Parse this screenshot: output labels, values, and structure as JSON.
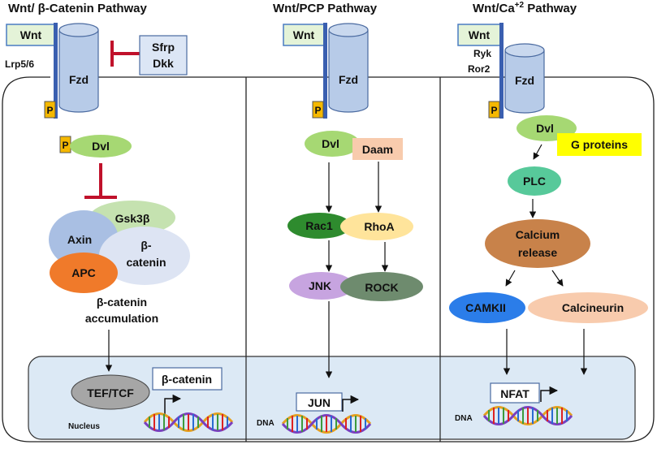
{
  "pathways": {
    "canonical": {
      "title": "Wnt/ β-Catenin Pathway",
      "ligand": "Wnt",
      "coreceptor": "Lrp5/6",
      "receptor": "Fzd",
      "phospho": "P",
      "inhibitors": [
        "Sfrp",
        "Dkk"
      ],
      "dvl": "Dvl",
      "complex": {
        "gsk": "Gsk3β",
        "axin": "Axin",
        "bcat_line1": "β-",
        "bcat_line2": "catenin",
        "apc": "APC"
      },
      "accumulation": [
        "β-catenin",
        "accumulation"
      ],
      "tef": "TEF/TCF",
      "nuclear_bcat": "β-catenin",
      "nucleus_label": "Nucleus"
    },
    "pcp": {
      "title": "Wnt/PCP Pathway",
      "ligand": "Wnt",
      "receptor": "Fzd",
      "phospho": "P",
      "dvl": "Dvl",
      "daam": "Daam",
      "rac1": "Rac1",
      "rhoa": "RhoA",
      "jnk": "JNK",
      "rock": "ROCK",
      "gene": "JUN",
      "dna_label": "DNA"
    },
    "calcium": {
      "title_main": "Wnt/Ca",
      "title_sup": "+2",
      "title_end": " Pathway",
      "ligand": "Wnt",
      "coreceptors": [
        "Ryk",
        "Ror2"
      ],
      "receptor": "Fzd",
      "phospho": "P",
      "dvl": "Dvl",
      "gproteins": "G proteins",
      "plc": "PLC",
      "calcium_release": [
        "Calcium",
        "release"
      ],
      "camkii": "CAMKII",
      "calcineurin": "Calcineurin",
      "gene": "NFAT",
      "dna_label": "DNA"
    }
  },
  "colors": {
    "ligand_fill": "#e4f3d8",
    "ligand_border": "#4a7cc2",
    "membrane_blue": "#3a5fb0",
    "receptor_fill": "#b7cbe8",
    "phospho_fill": "#f5b800",
    "dvl_fill": "#a6d873",
    "inhibit_red": "#c0112b",
    "gsk_fill": "#c5e2b0",
    "axin_fill": "#a9bfe3",
    "bcat_fill": "#dde4f3",
    "apc_fill": "#f07a2a",
    "tef_fill": "#a6a6a6",
    "nucleus_fill": "#dce9f5",
    "daam_fill": "#f8cbad",
    "rac1_fill": "#2e8b2e",
    "rhoa_fill": "#ffe49b",
    "jnk_fill": "#c7a4e0",
    "rock_fill": "#6e8b6e",
    "gprot_fill": "#ffff00",
    "plc_fill": "#57c99a",
    "calcium_fill": "#c8824a",
    "camkii_fill": "#2b7de9",
    "calcineurin_fill": "#f8cbad"
  },
  "icons": [
    "receptor-cylinder-icon",
    "dna-helix-icon",
    "gene-arrow-icon"
  ]
}
